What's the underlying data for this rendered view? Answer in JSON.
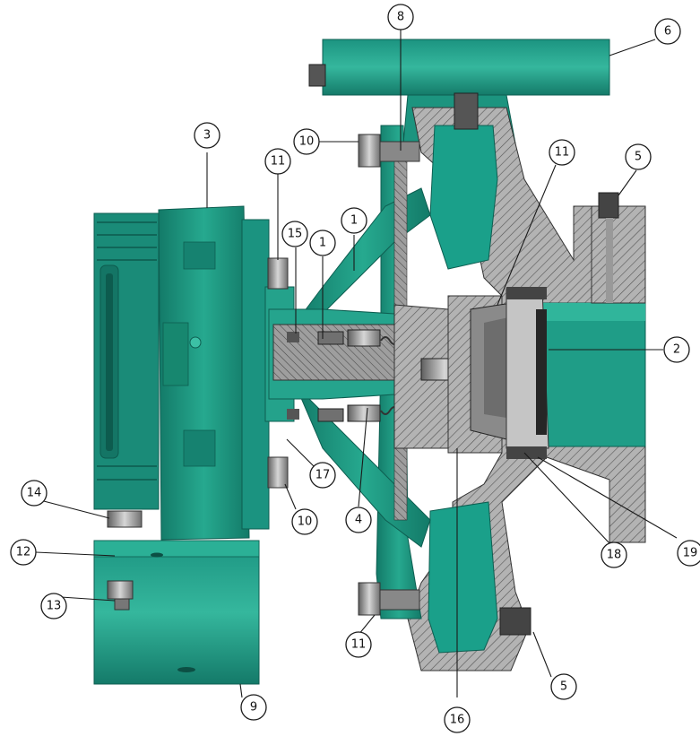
{
  "diagram": {
    "colors": {
      "green": "#1f9d87",
      "green_dark": "#0f6e5f",
      "green_light": "#3fbfa6",
      "section_grey": "#a9a9a9",
      "hatch": "#555555",
      "steel": "#8f8f8f"
    },
    "callouts": [
      {
        "id": "c8",
        "label": "8"
      },
      {
        "id": "c6",
        "label": "6"
      },
      {
        "id": "c3",
        "label": "3"
      },
      {
        "id": "c10a",
        "label": "10"
      },
      {
        "id": "c11a",
        "label": "11"
      },
      {
        "id": "c11b",
        "label": "11"
      },
      {
        "id": "c5a",
        "label": "5"
      },
      {
        "id": "c15",
        "label": "15"
      },
      {
        "id": "c1a",
        "label": "1"
      },
      {
        "id": "c1b",
        "label": "1"
      },
      {
        "id": "c2",
        "label": "2"
      },
      {
        "id": "c17",
        "label": "17"
      },
      {
        "id": "c10b",
        "label": "10"
      },
      {
        "id": "c4",
        "label": "4"
      },
      {
        "id": "c19",
        "label": "19"
      },
      {
        "id": "c14",
        "label": "14"
      },
      {
        "id": "c12",
        "label": "12"
      },
      {
        "id": "c13",
        "label": "13"
      },
      {
        "id": "c18",
        "label": "18"
      },
      {
        "id": "c11c",
        "label": "11"
      },
      {
        "id": "c5b",
        "label": "5"
      },
      {
        "id": "c16",
        "label": "16"
      },
      {
        "id": "c9",
        "label": "9"
      }
    ]
  }
}
